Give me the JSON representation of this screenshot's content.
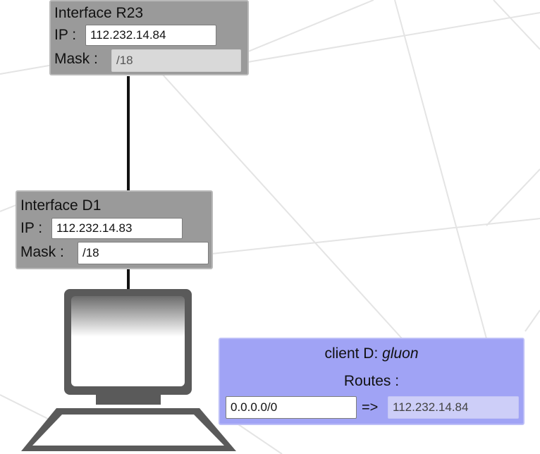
{
  "interface_r23": {
    "title": "Interface R23",
    "ip_label": "IP :",
    "ip_value": "112.232.14.84",
    "mask_label": "Mask :",
    "mask_value": "/18"
  },
  "interface_d1": {
    "title": "Interface D1",
    "ip_label": "IP :",
    "ip_value": "112.232.14.83",
    "mask_label": "Mask :",
    "mask_value": "/18"
  },
  "client": {
    "prefix": "client D: ",
    "name": "gluon",
    "routes_label": "Routes :",
    "route": {
      "destination": "0.0.0.0/0",
      "arrow": "=>",
      "gateway": "112.232.14.84"
    }
  },
  "colors": {
    "interface_panel": "#9a9a9a",
    "client_panel": "#a0a3f5",
    "link_line": "#111111"
  },
  "icons": {
    "client_device": "computer-icon"
  }
}
